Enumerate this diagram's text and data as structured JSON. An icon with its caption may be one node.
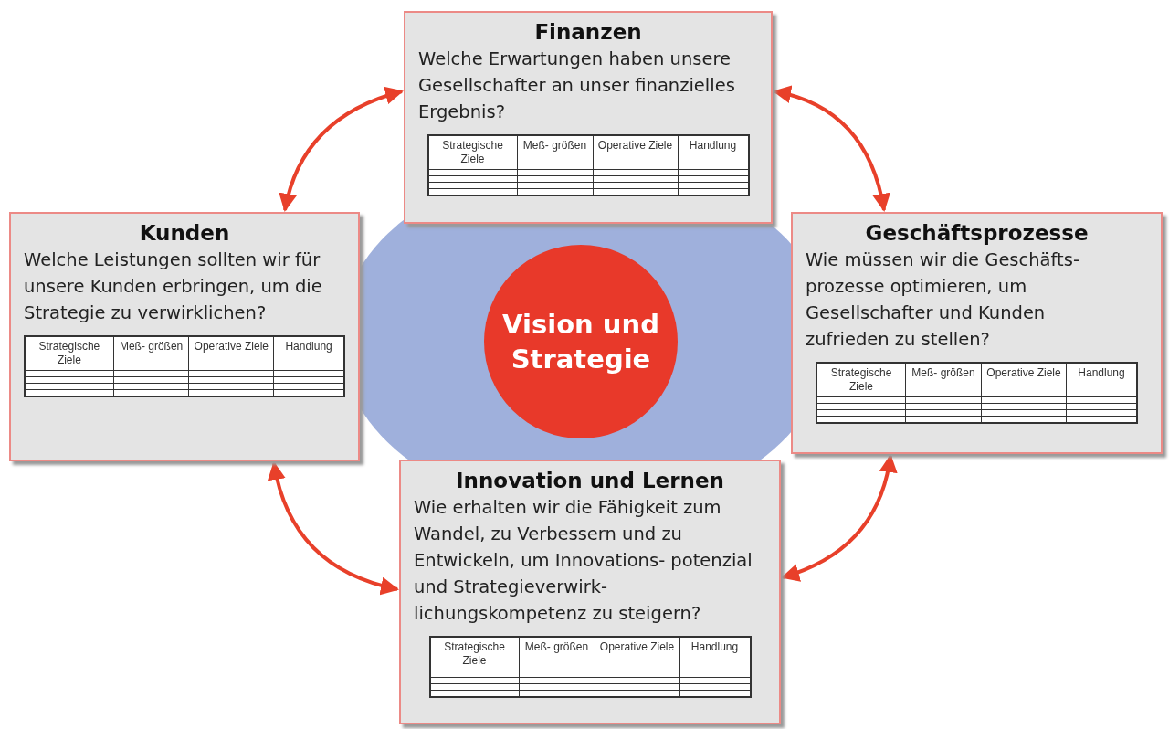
{
  "diagram": {
    "nodes": [
      {
        "text": [
          "Finanzen",
          "Welche Erwartungen haben unsere Gesellschafter an unser finanzielles Ergebnis?"
        ]
      },
      {
        "text": [
          "Kunden",
          "Welche Leistungen sollten wir für unsere Kunden erbringen, um die Strategie zu verwirklichen?"
        ]
      },
      {
        "text": [
          "Geschäftsprozesse",
          "Wie müssen wir die Geschäfts- prozesse optimieren, um Gesellschafter und Kunden zufrieden zu stellen?"
        ]
      },
      {
        "text": [
          "Vision und Strategie"
        ]
      },
      {
        "text": [
          "Innovation und Lernen",
          "Wie erhalten wir die Fähigkeit zum Wandel, zu Verbessern und zu Entwickeln, um Innovations- potenzial und Strategieverwirk- lichungskompetenz zu steigern?"
        ]
      }
    ],
    "edges": [
      {
        "from": 1,
        "to": 0,
        "arrow": "both"
      },
      {
        "from": 0,
        "to": 2,
        "arrow": "both"
      },
      {
        "from": 2,
        "to": 4,
        "arrow": "both"
      },
      {
        "from": 4,
        "to": 1,
        "arrow": "both"
      }
    ],
    "labels": [
      "Strategische Ziele",
      "Meß- größen",
      "Operative Ziele",
      "Handlung",
      "Strategische Ziele",
      "Meß- größen",
      "Operative Ziele",
      "Handlung",
      "Strategische Ziele",
      "Meß- größen",
      "Operative Ziele",
      "Handlung",
      "Strategische Ziele",
      "Meß- größen",
      "Operative Ziele",
      "Handlung"
    ]
  }
}
